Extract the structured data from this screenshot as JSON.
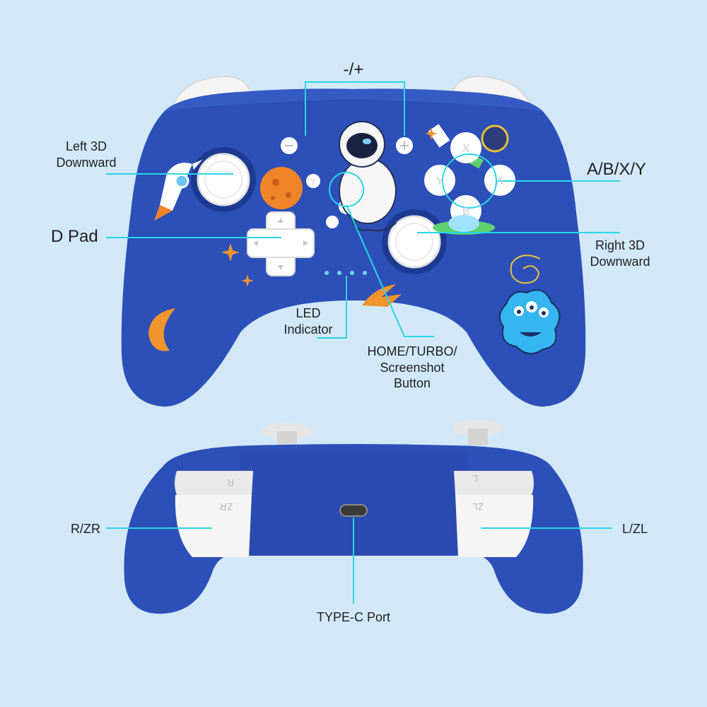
{
  "labels": {
    "minus_plus": "-/+",
    "left_3d": "Left 3D\nDownward",
    "abxy": "A/B/X/Y",
    "d_pad": "D Pad",
    "right_3d": "Right 3D\nDownward",
    "led": "LED\nIndicator",
    "home_turbo": "HOME/TURBO/\nScreenshot\nButton",
    "r_zr": "R/ZR",
    "l_zl": "L/ZL",
    "type_c": "TYPE-C Port"
  },
  "button_glyphs": {
    "x": "X",
    "y": "Y",
    "a": "A",
    "b": "B",
    "minus": "−",
    "plus": "+",
    "turbo": "T"
  },
  "trigger_glyphs": {
    "r": "R",
    "zr": "ZR",
    "l": "L",
    "zl": "ZL"
  },
  "colors": {
    "background": "#d2e8f8",
    "controller_blue": "#2c50b8",
    "controller_dark": "#1e3c96",
    "white_parts": "#ffffff",
    "callout_line": "#27d6e6"
  }
}
